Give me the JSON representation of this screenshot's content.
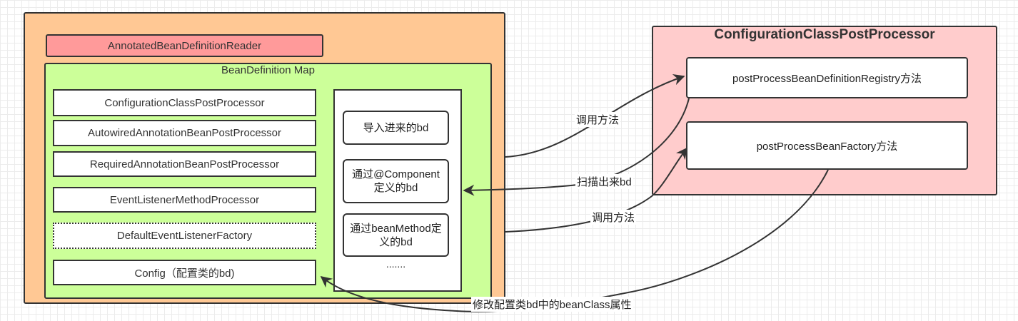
{
  "outer": {
    "reader_label": "AnnotatedBeanDefinitionReader",
    "bdmap_title": "BeanDefinition Map",
    "processors": [
      "ConfigurationClassPostProcessor",
      "AutowiredAnnotationBeanPostProcessor",
      "RequiredAnnotationBeanPostProcessor",
      "EventListenerMethodProcessor",
      "DefaultEventListenerFactory",
      "Config（配置类的bd)"
    ],
    "inner": {
      "items": [
        "导入进来的bd",
        "通过@Component定义的bd",
        "通过beanMethod定义的bd"
      ],
      "ellipsis": "......."
    }
  },
  "ccpp": {
    "title": "ConfigurationClassPostProcessor",
    "methods": [
      "postProcessBeanDefinitionRegistry方法",
      "postProcessBeanFactory方法"
    ]
  },
  "edges": {
    "call1": "调用方法",
    "scan": "扫描出来bd",
    "call2": "调用方法",
    "modify": "修改配置类bd中的beanClass属性"
  }
}
